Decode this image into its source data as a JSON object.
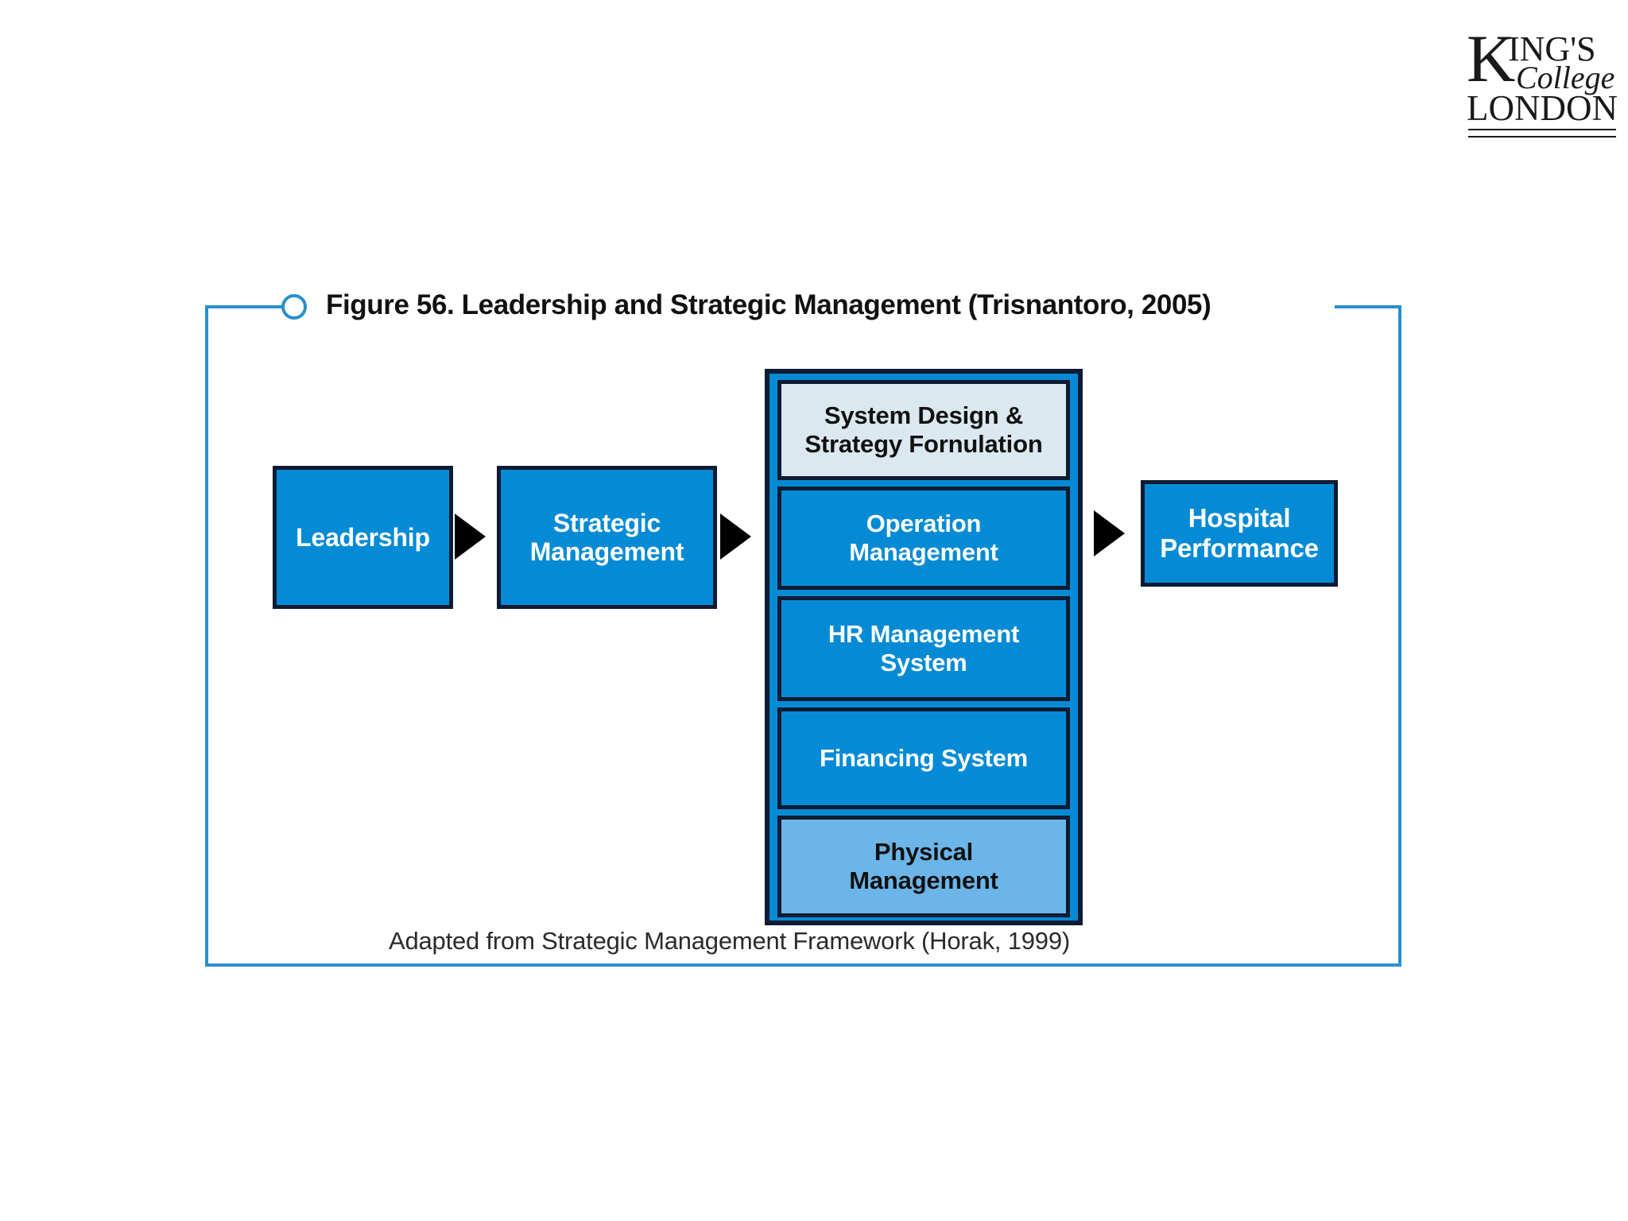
{
  "logo": {
    "k": "K",
    "ings": "ING'S",
    "college": "College",
    "london": "LONDON",
    "alt": "King's College London"
  },
  "figure": {
    "title": "Figure 56. Leadership and Strategic Management (Trisnantoro, 2005)",
    "caption": "Adapted from Strategic Management Framework (Horak, 1999)"
  },
  "diagram": {
    "leadership": "Leadership",
    "strategic": "Strategic\nManagement",
    "hospital": "Hospital\nPerformance",
    "stack": [
      {
        "label": "System Design &\nStrategy Fornulation",
        "style": "pale"
      },
      {
        "label": "Operation\nManagement",
        "style": "mid"
      },
      {
        "label": "HR Management\nSystem",
        "style": "mid"
      },
      {
        "label": "Financing System",
        "style": "mid"
      },
      {
        "label": "Physical\nManagement",
        "style": "light"
      }
    ]
  },
  "colors": {
    "frame_blue": "#2a8fce",
    "box_blue": "#058bd5",
    "box_border": "#0d1b33",
    "pale_blue": "#dbe8f0",
    "light_blue": "#6bb5e8",
    "arrow_black": "#000000"
  }
}
